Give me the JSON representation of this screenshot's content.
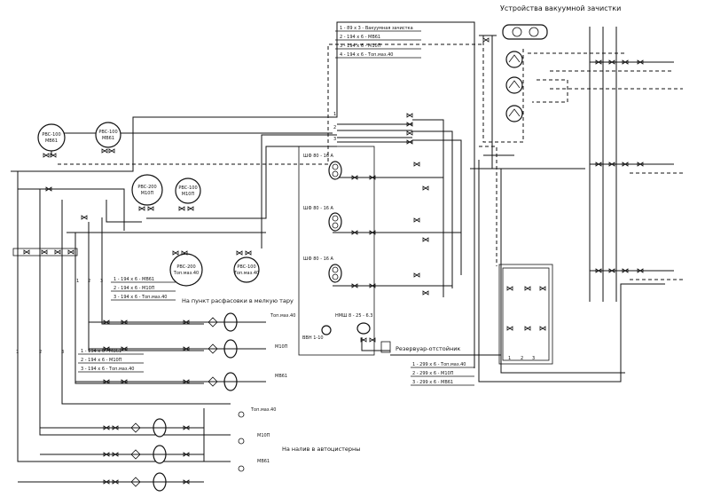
{
  "captions": {
    "vacuum": "Устройства вакуумной зачистки",
    "small_package": "На пункт расфасовки в мелкую тару",
    "tank_trucks": "На налив в автоцистерны",
    "settling_tank": "Резервуар-отстойник"
  },
  "tanks": [
    {
      "name": "РВС-100",
      "product": "МВ61"
    },
    {
      "name": "РВС-100",
      "product": "МВ61"
    },
    {
      "name": "РВС-200",
      "product": "М10П"
    },
    {
      "name": "РВС-100",
      "product": "М10П"
    },
    {
      "name": "РВС-200",
      "product": "Топ.маз.40"
    },
    {
      "name": "РВС-100",
      "product": "Топ.маз.40"
    }
  ],
  "pumps": [
    "ШФ 80 - 16 А",
    "ШФ 80 - 16 А",
    "ШФ 80 - 16 А",
    "НМШ 8 - 25 - 6.3",
    "ВВН 1-10"
  ],
  "tables": {
    "top": [
      "1 - 89 x 3 - Вакуумная зачистка",
      "2 - 194 x 6 - МВ61",
      "3 - 194 x 6 - М10П",
      "4 - 194 x 6 - Топ.маз.40"
    ],
    "mid": [
      "1 - 194 x 6 - МВ61",
      "2 - 194 x 6 - М10П",
      "3 - 194 x 6 - Топ.маз.40"
    ],
    "left": [
      "1 - 194 x 6 - МВ61",
      "2 - 194 x 6 - М10П",
      "3 - 194 x 6 - Топ.маз.40"
    ],
    "right": [
      "1 - 299 x 6 - Топ.маз.40",
      "2 - 299 x 6 - М10П",
      "3 - 299 x 6 - МВ61"
    ]
  },
  "line_numbers": [
    "1",
    "2",
    "3"
  ],
  "products": {
    "fuel": "Топ.маз.40",
    "m100": "М10П",
    "mvg": "МВ61"
  }
}
